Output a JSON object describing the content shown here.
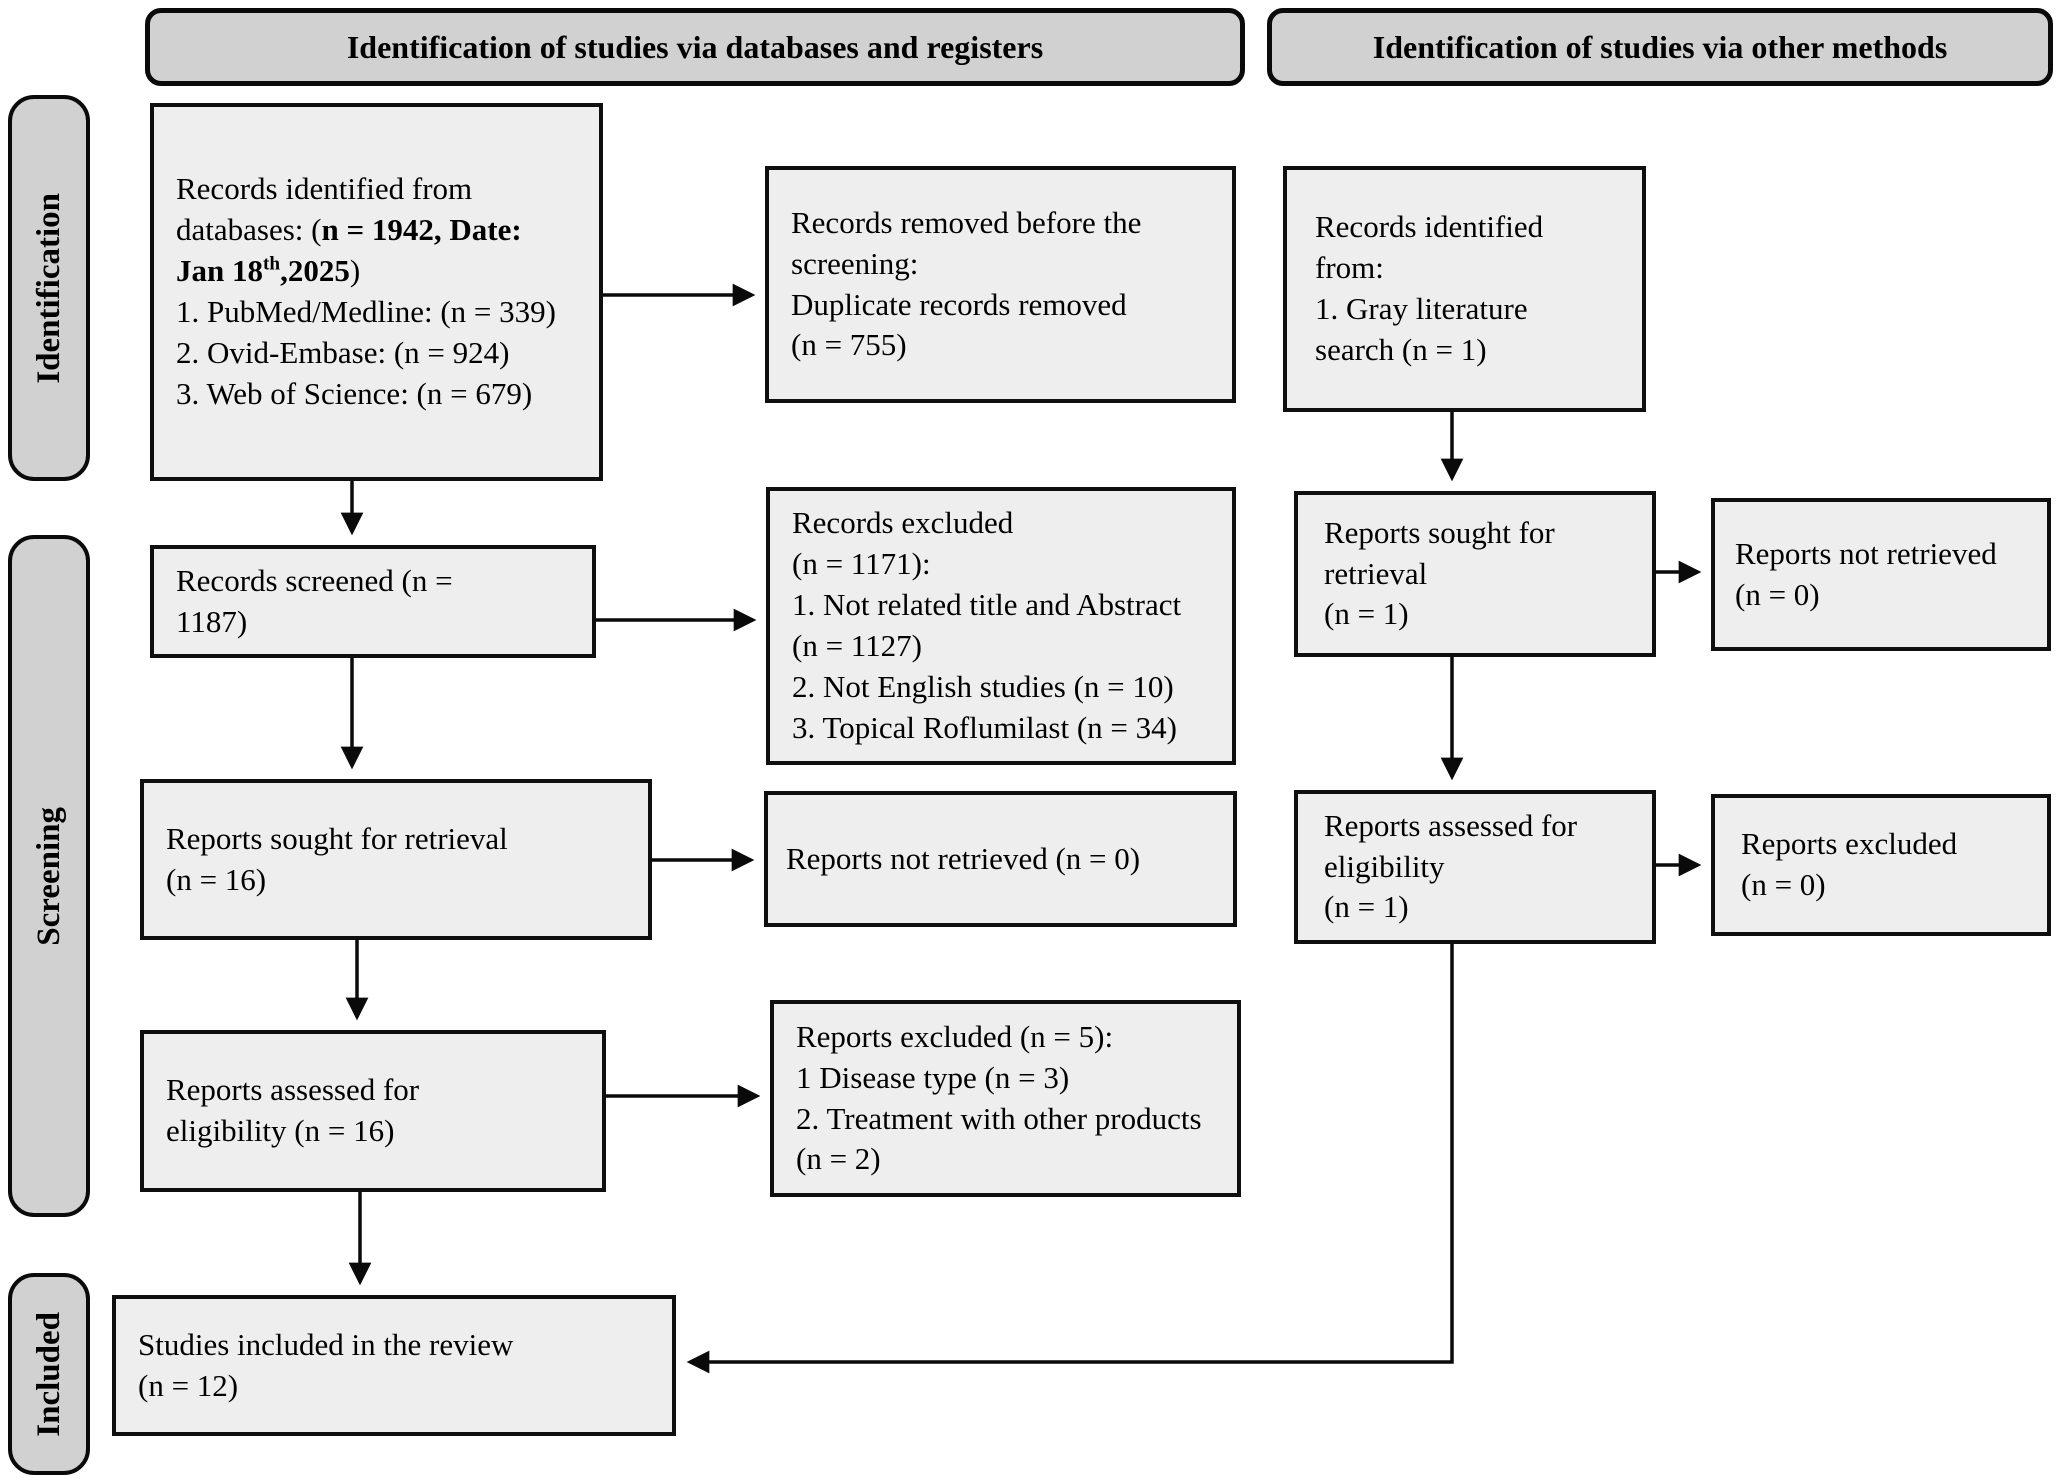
{
  "headers": {
    "databases": "Identification of studies via databases and registers",
    "other_methods": "Identification of studies via other methods"
  },
  "sidebar": {
    "identification": "Identification",
    "screening": "Screening",
    "included": "Included"
  },
  "colors": {
    "band_fill": "#d2d1d1",
    "box_fill": "#efeeee",
    "border": "#0f0f0f",
    "background": "#ffffff"
  },
  "flow": {
    "records_identified_db": {
      "intro": "Records identified from databases: (",
      "bold_pre": "n = 1942, Date: Jan 18",
      "sup": "th",
      "bold_post": ",2025",
      "close": ")",
      "items": [
        "1. PubMed/Medline: (n = 339)",
        "2. Ovid-Embase: (n = 924)",
        "3. Web of Science: (n = 679)"
      ]
    },
    "records_removed": "Records removed before the\nscreening:\nDuplicate records removed\n(n = 755)",
    "records_screened": "Records screened (n =\n1187)",
    "records_excluded": "Records excluded\n(n = 1171):\n1. Not related title and Abstract\n(n = 1127)\n2. Not English studies (n = 10)\n3. Topical Roflumilast (n = 34)",
    "reports_sought_db": "Reports sought for retrieval\n(n = 16)",
    "reports_not_retrieved_db": "Reports not retrieved (n = 0)",
    "reports_assessed_db": "Reports assessed for\neligibility (n = 16)",
    "reports_excluded_db": "Reports excluded (n = 5):\n1 Disease type (n = 3)\n2. Treatment with other products\n(n = 2)",
    "studies_included": "Studies included in the review\n(n = 12)",
    "records_identified_other": "Records identified\nfrom:\n1. Gray literature\nsearch (n = 1)",
    "reports_sought_other": "Reports sought for\nretrieval\n(n = 1)",
    "reports_not_retrieved_other": "Reports not retrieved\n(n = 0)",
    "reports_assessed_other": "Reports assessed for\neligibility\n(n = 1)",
    "reports_excluded_other": "Reports excluded\n(n = 0)"
  }
}
